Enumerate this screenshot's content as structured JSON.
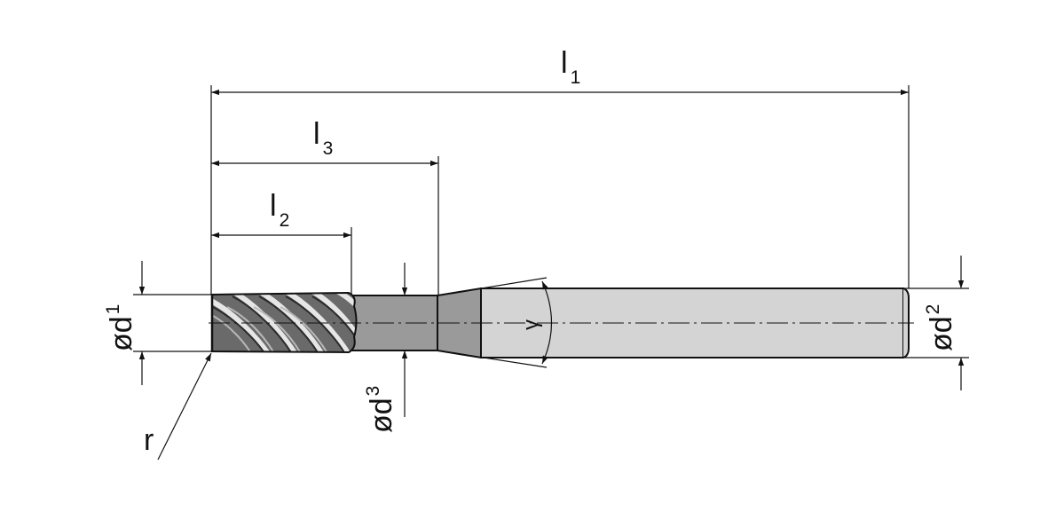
{
  "labels": {
    "l1": {
      "main": "l",
      "sub": "1"
    },
    "l2": {
      "main": "l",
      "sub": "2"
    },
    "l3": {
      "main": "l",
      "sub": "3"
    },
    "d1": {
      "main": "ød",
      "sub": "1"
    },
    "d2": {
      "main": "ød",
      "sub": "2"
    },
    "d3": {
      "main": "ød",
      "sub": "3"
    },
    "r": "r",
    "gamma": "γ"
  },
  "colors": {
    "line": "#111111",
    "flute_dark": "#6e6e6e",
    "neck": "#9a9a9a",
    "shank": "#d4d4d4",
    "background": "#ffffff"
  }
}
